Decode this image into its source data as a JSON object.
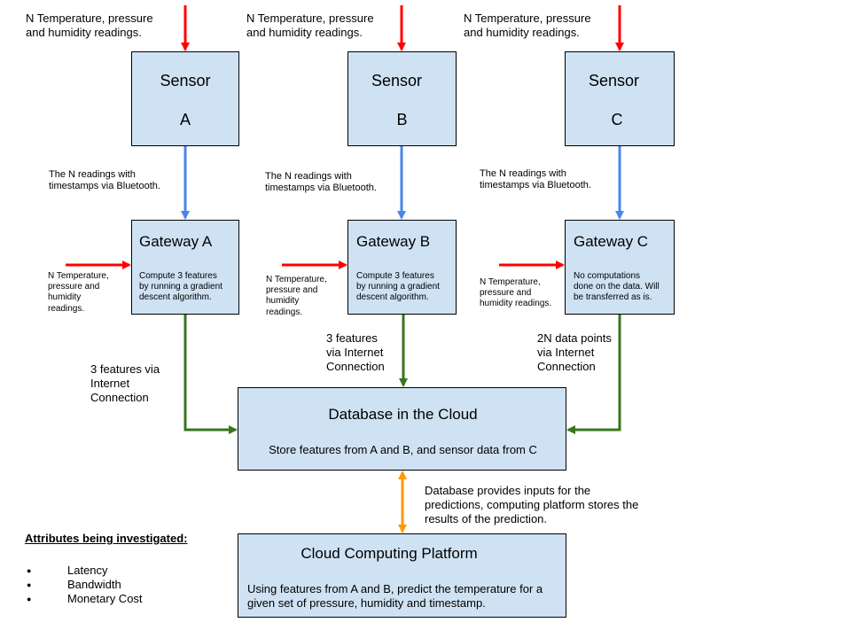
{
  "colors": {
    "box_fill": "#cfe2f3",
    "input_arrow": "#ff0000",
    "bluetooth_arrow": "#4a86e8",
    "internet_arrow": "#38761d",
    "bidirectional_arrow": "#ff9900"
  },
  "sensors": [
    {
      "input_label": "N Temperature, pressure\nand humidity readings.",
      "title": "Sensor",
      "letter": "A",
      "link_label": "The N readings with\ntimestamps via Bluetooth."
    },
    {
      "input_label": "N Temperature, pressure\nand humidity readings.",
      "title": "Sensor",
      "letter": "B",
      "link_label": "The N readings with\ntimestamps via Bluetooth."
    },
    {
      "input_label": "N Temperature, pressure\nand humidity readings.",
      "title": "Sensor",
      "letter": "C",
      "link_label": "The N readings with\ntimestamps via Bluetooth."
    }
  ],
  "gateways": [
    {
      "title": "Gateway A",
      "description": "Compute 3 features\nby running a gradient\ndescent algorithm.",
      "input_label": "N Temperature,\npressure and\nhumidity\nreadings.",
      "output_label": "3 features via\nInternet\nConnection"
    },
    {
      "title": "Gateway B",
      "description": "Compute 3 features\nby running a gradient\ndescent algorithm.",
      "input_label": "N Temperature,\npressure and\nhumidity\nreadings.",
      "output_label": "3 features\nvia Internet\nConnection"
    },
    {
      "title": "Gateway C",
      "description": "No computations\ndone on the data. Will\nbe transferred as is.",
      "input_label": "N Temperature,\npressure and\nhumidity readings.",
      "output_label": "2N data points\nvia Internet\nConnection"
    }
  ],
  "database": {
    "title": "Database in the Cloud",
    "description": "Store features from A and B, and sensor data from C"
  },
  "exchange_label": "Database provides inputs for the\npredictions, computing platform stores the\nresults of the prediction.",
  "platform": {
    "title": "Cloud Computing Platform",
    "description": "Using features from A and B, predict the temperature for a\ngiven set of pressure, humidity and timestamp."
  },
  "attributes": {
    "title": "Attributes being investigated:",
    "items": [
      "Latency",
      "Bandwidth",
      "Monetary Cost"
    ]
  }
}
